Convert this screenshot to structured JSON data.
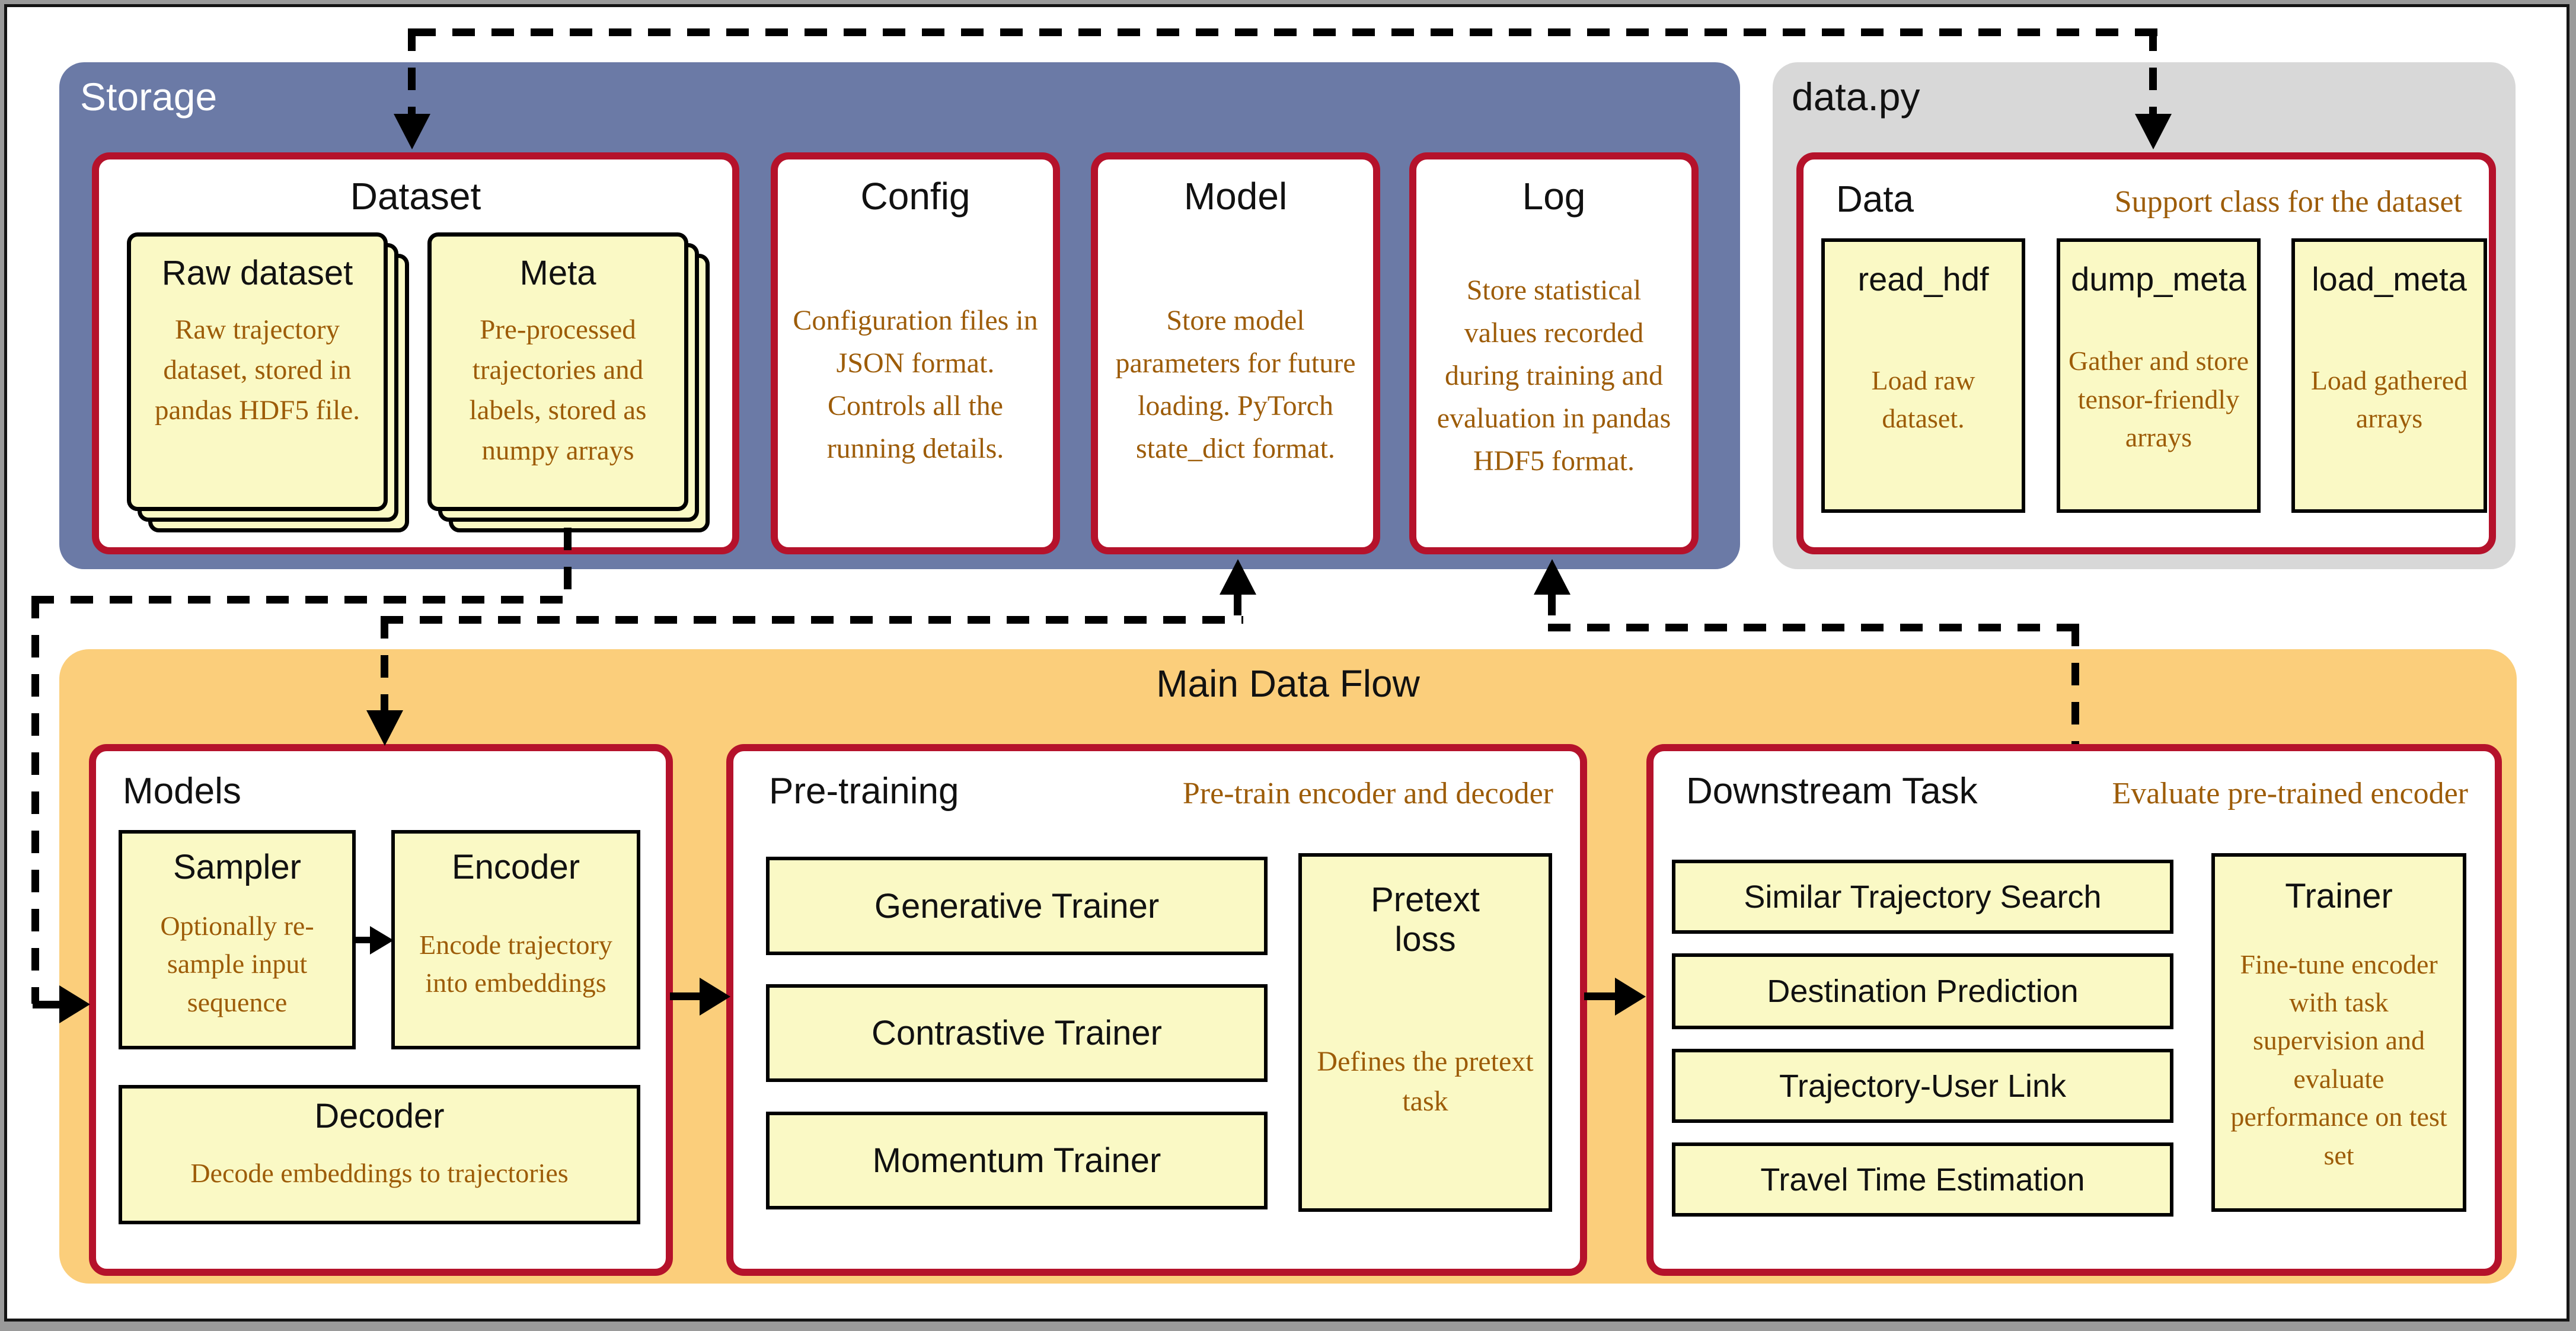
{
  "colors": {
    "storage_bg": "#6b7aa6",
    "datapy_bg": "#d8d8d8",
    "mainflow_bg": "#fbce7b",
    "card_bg": "#faf9c5",
    "red_border": "#b5122b",
    "brown_text": "#9d5c08"
  },
  "storage": {
    "title": "Storage",
    "dataset": {
      "title": "Dataset",
      "raw": {
        "title": "Raw dataset",
        "body": "Raw trajectory dataset, stored in pandas HDF5 file."
      },
      "meta": {
        "title": "Meta",
        "body": "Pre-processed trajectories and labels, stored as numpy arrays"
      }
    },
    "config": {
      "title": "Config",
      "body": "Configuration files in JSON format. Controls all the running details."
    },
    "model": {
      "title": "Model",
      "body": "Store model parameters for future loading. PyTorch state_dict format."
    },
    "log": {
      "title": "Log",
      "body": "Store statistical values recorded during training and evaluation in pandas HDF5 format."
    }
  },
  "datapy": {
    "title": "data.py",
    "data": {
      "title": "Data",
      "annotation": "Support class for the dataset",
      "read_hdf": {
        "title": "read_hdf",
        "body": "Load raw dataset."
      },
      "dump_meta": {
        "title": "dump_meta",
        "body": "Gather and store tensor-friendly arrays"
      },
      "load_meta": {
        "title": "load_meta",
        "body": "Load gathered arrays"
      }
    }
  },
  "mainflow": {
    "title": "Main Data Flow",
    "models": {
      "title": "Models",
      "sampler": {
        "title": "Sampler",
        "body": "Optionally re-sample input sequence"
      },
      "encoder": {
        "title": "Encoder",
        "body": "Encode trajectory into embeddings"
      },
      "decoder": {
        "title": "Decoder",
        "body": "Decode embeddings to trajectories"
      }
    },
    "pretraining": {
      "title": "Pre-training",
      "annotation": "Pre-train encoder and decoder",
      "trainers": [
        "Generative Trainer",
        "Contrastive Trainer",
        "Momentum Trainer"
      ],
      "pretext": {
        "title": "Pretext loss",
        "body": "Defines the pretext task"
      }
    },
    "downstream": {
      "title": "Downstream Task",
      "annotation": "Evaluate pre-trained encoder",
      "tasks": [
        "Similar Trajectory Search",
        "Destination Prediction",
        "Trajectory-User Link",
        "Travel Time Estimation"
      ],
      "trainer": {
        "title": "Trainer",
        "body": "Fine-tune encoder with task supervision and evaluate performance on test set"
      }
    }
  }
}
